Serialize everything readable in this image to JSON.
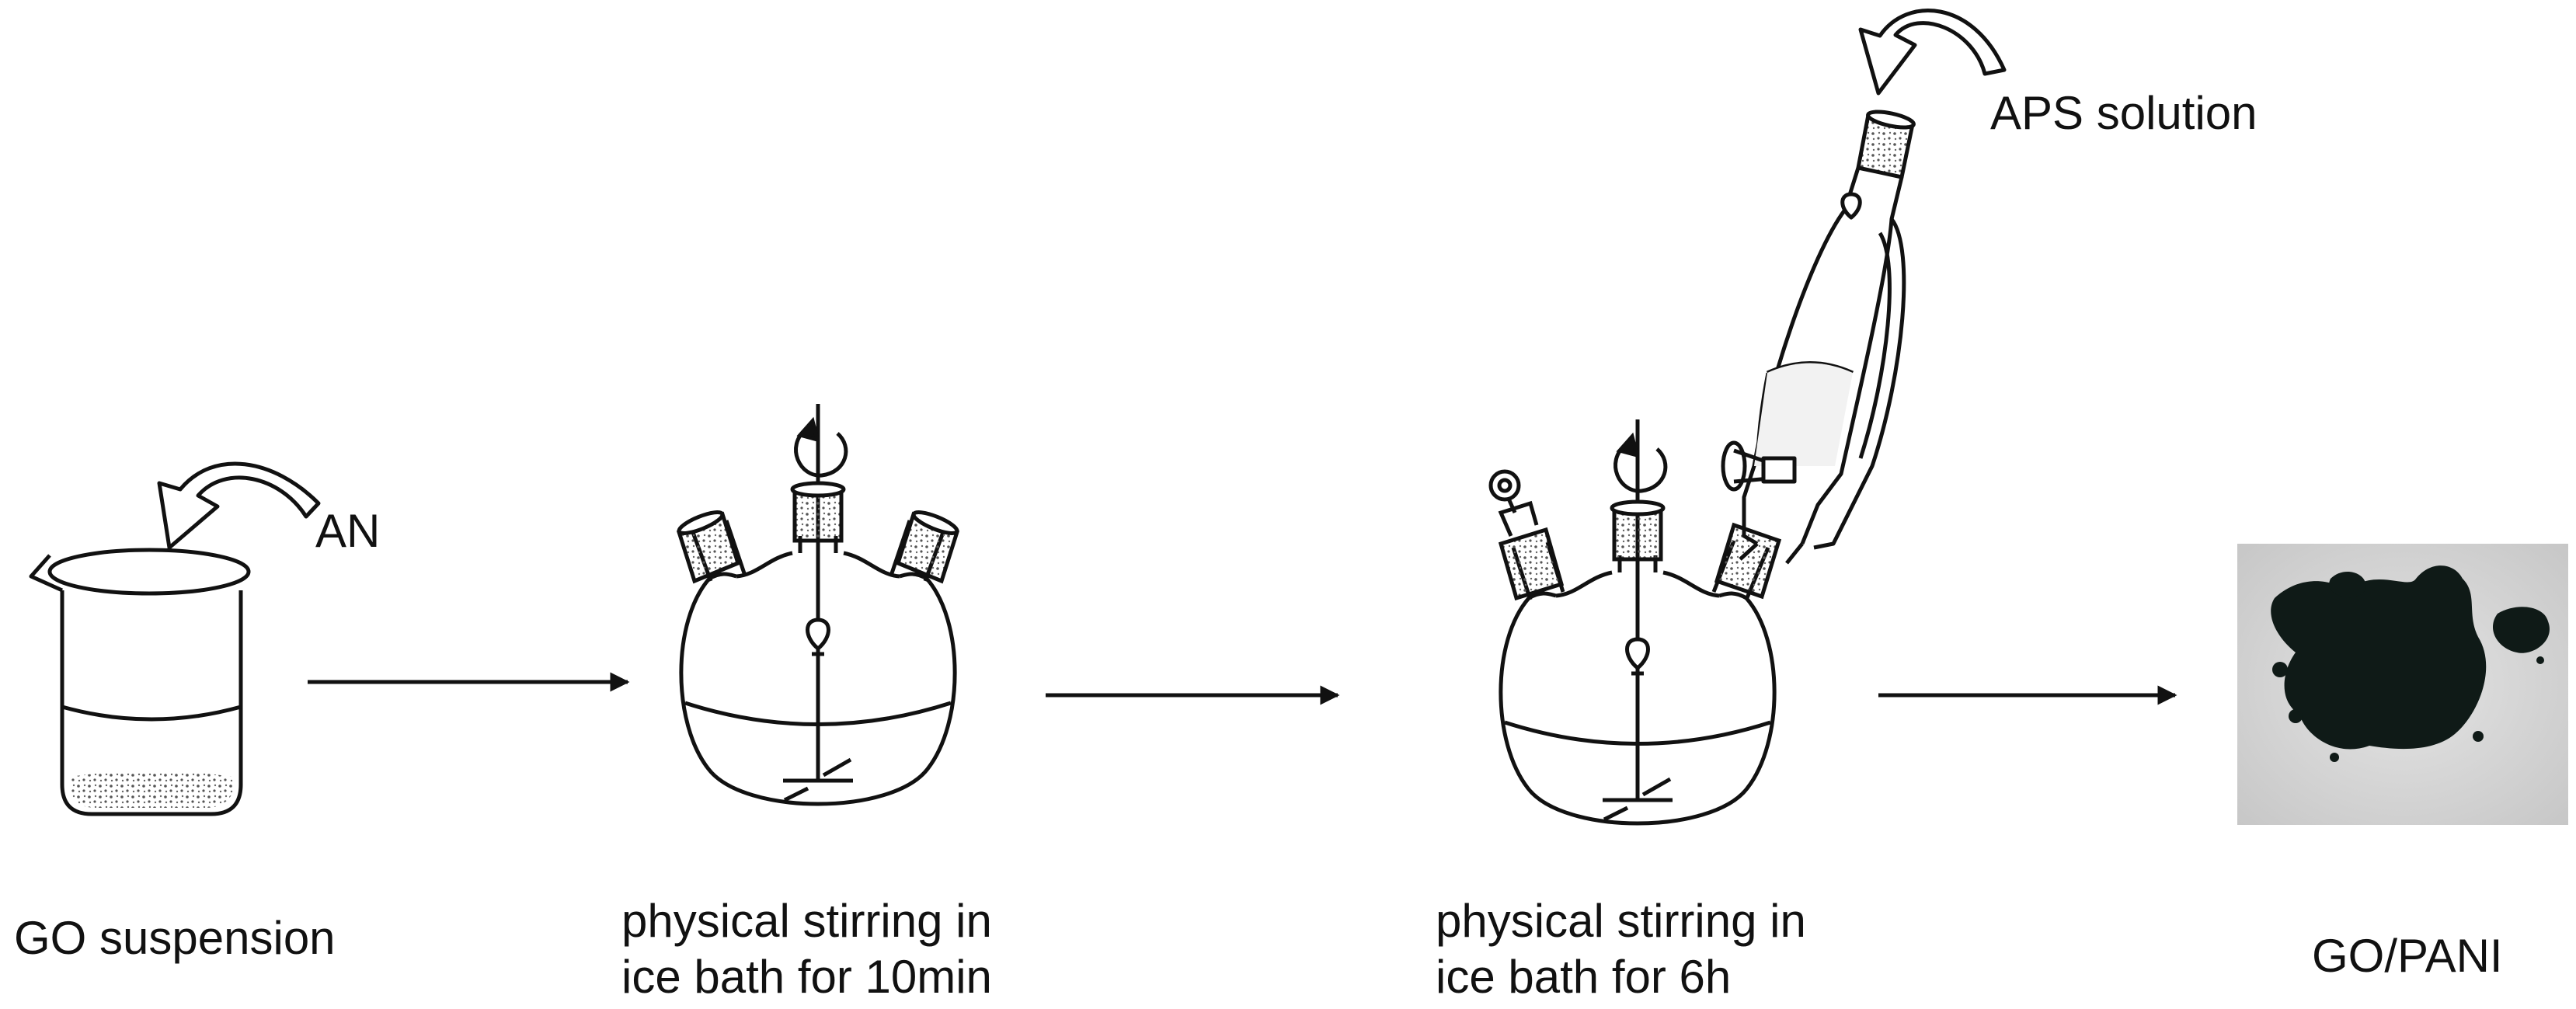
{
  "labels": {
    "an": "AN",
    "aps_solution": "APS solution",
    "go_suspension": "GO suspension",
    "step1_line1": "physical stirring in",
    "step1_line2": "ice bath for 10min",
    "step2_line1": "physical stirring in",
    "step2_line2": "ice bath for 6h",
    "product": "GO/PANI"
  },
  "colors": {
    "line": "#111111",
    "stipple": "#555555",
    "photo_background": "#cfcfcf",
    "powder": "#0f1a17"
  },
  "icons": {
    "beaker": "beaker-icon",
    "flask": "three-neck-flask-icon",
    "funnel": "dropping-funnel-icon",
    "stirrer": "rotation-arrow-icon",
    "addition": "curved-arrow-icon",
    "process": "right-arrow-icon"
  }
}
